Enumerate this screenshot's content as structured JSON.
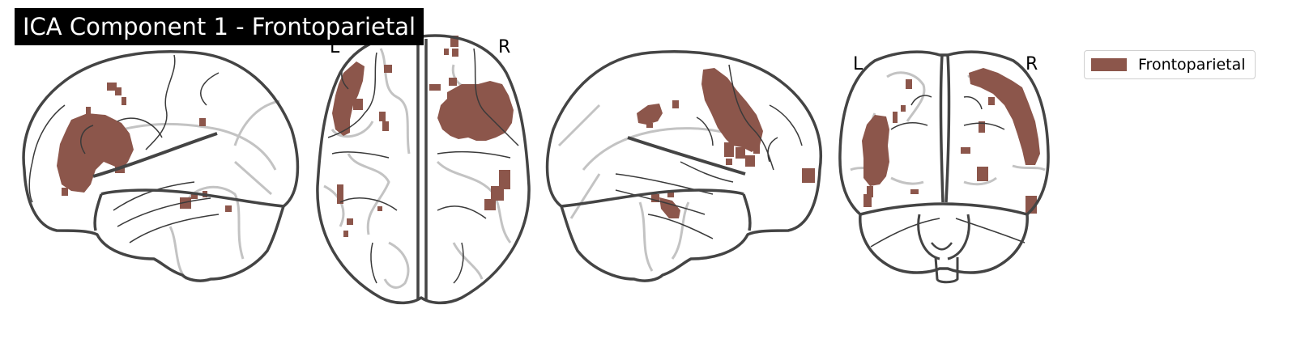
{
  "title": "ICA Component 1 - Frontoparietal",
  "legend": [
    {
      "label": "Frontoparietal",
      "color": "#8c564b"
    }
  ],
  "orientation_labels": {
    "left": "L",
    "right": "R"
  },
  "colors": {
    "activation": "#8c564b",
    "brain_outline": "#444444",
    "sulci": "#3a3a3a",
    "glass_contour": "#bdbdbd",
    "title_background": "#000000",
    "title_text": "#ffffff"
  },
  "views": [
    {
      "view": "sagittal-left"
    },
    {
      "view": "axial"
    },
    {
      "view": "sagittal-right"
    },
    {
      "view": "coronal"
    }
  ]
}
